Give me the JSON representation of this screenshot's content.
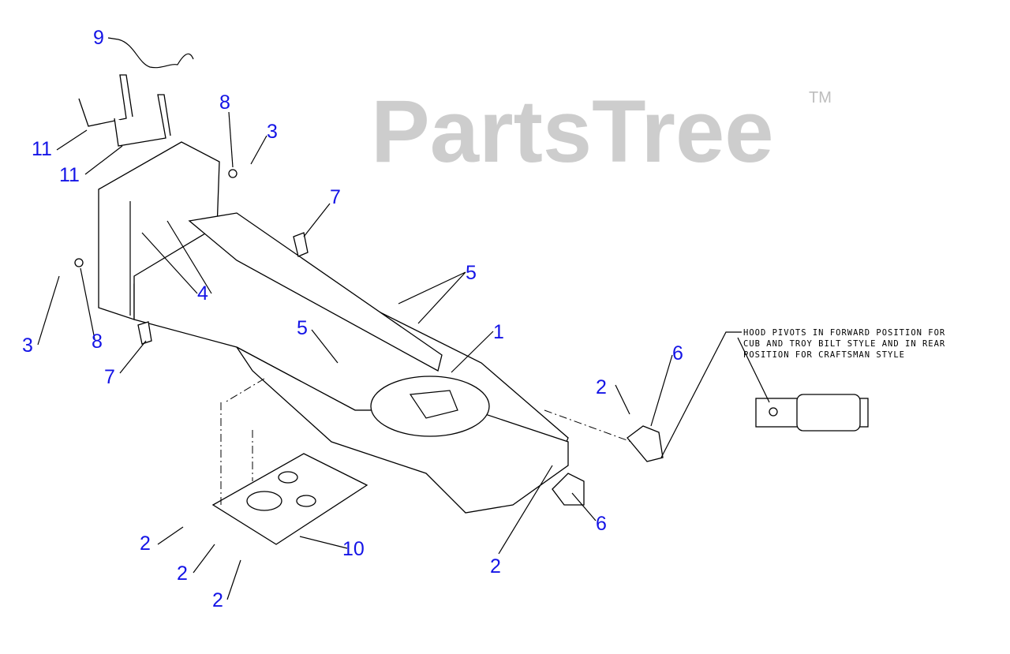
{
  "watermark": {
    "brand": "PartsTree",
    "trademark": "TM"
  },
  "note": {
    "lines": [
      "HOOD PIVOTS IN FORWARD POSITION FOR",
      "CUB AND TROY BILT STYLE AND IN REAR",
      "POSITION FOR CRAFTSMAN STYLE"
    ]
  },
  "callouts": [
    "9",
    "8",
    "3",
    "11",
    "11",
    "7",
    "5",
    "4",
    "5",
    "1",
    "3",
    "8",
    "7",
    "6",
    "2",
    "6",
    "2",
    "10",
    "2",
    "2",
    "2"
  ],
  "colors": {
    "callout": "#1414e6",
    "watermark": "#bdbdbd"
  }
}
